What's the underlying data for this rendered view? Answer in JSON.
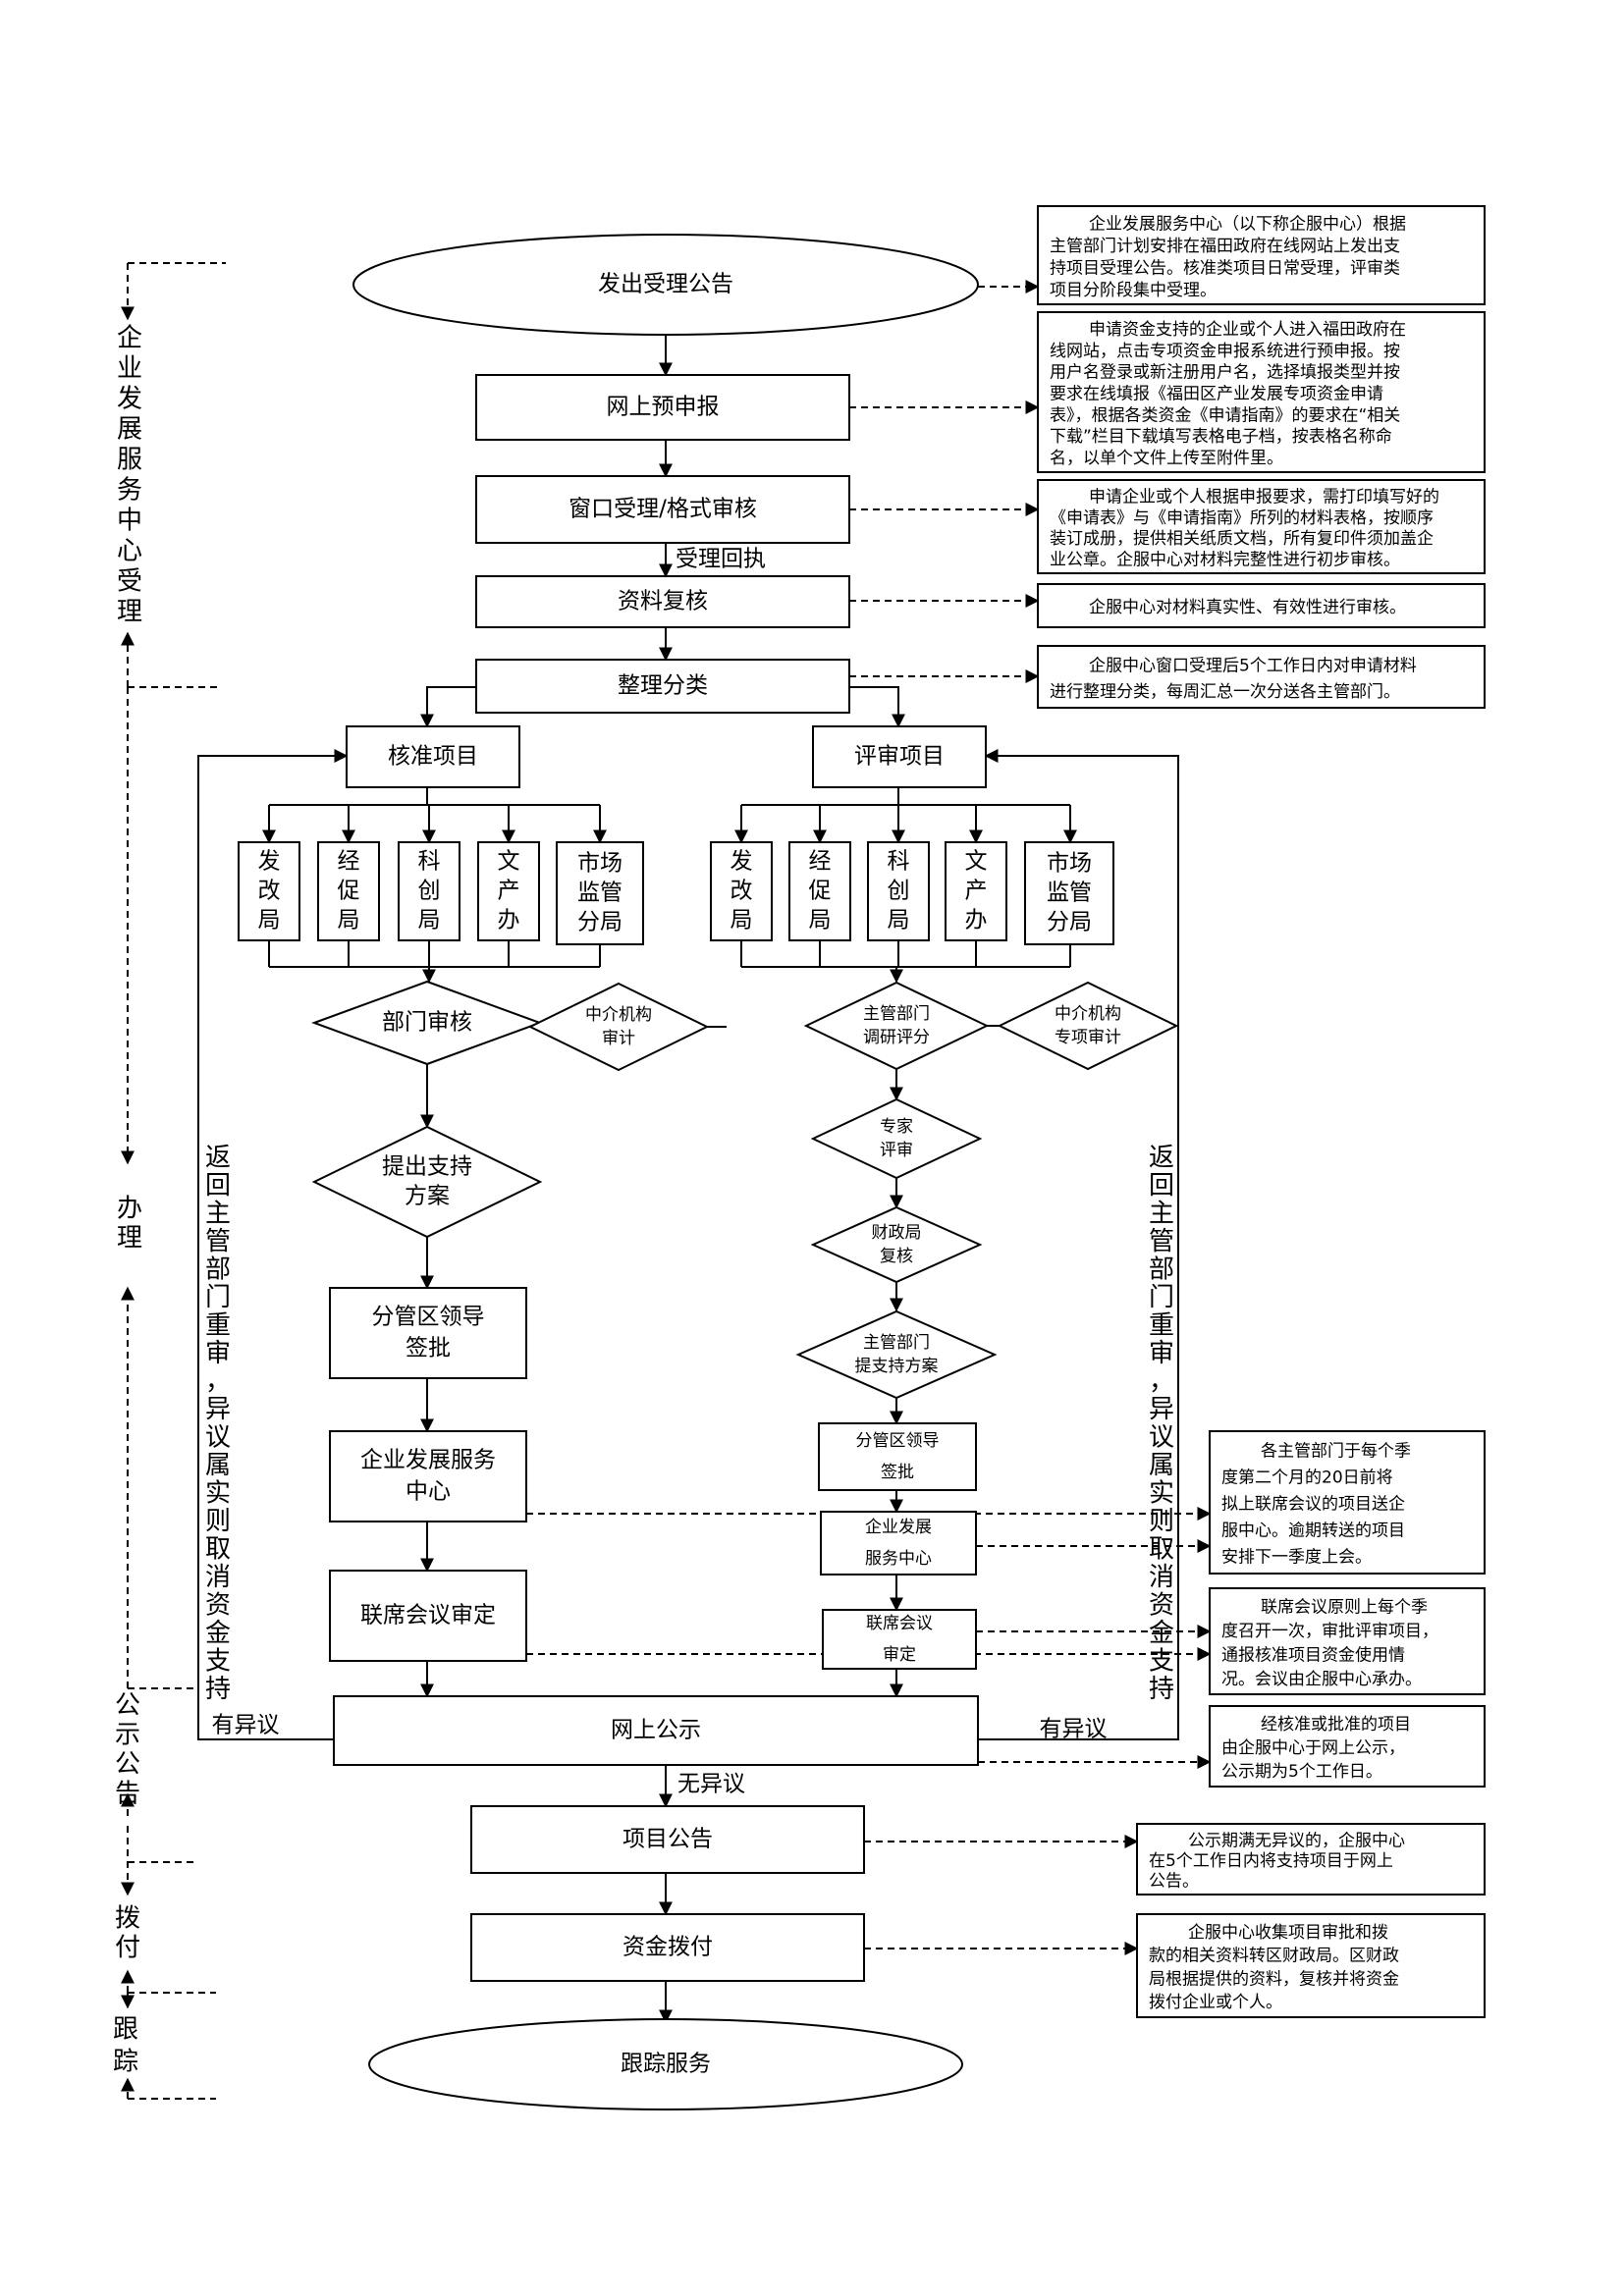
{
  "flow": {
    "start": "发出受理公告",
    "prereport": "网上预申报",
    "window": "窗口受理/格式审核",
    "receipt": "受理回执",
    "review": "资料复核",
    "classify": "整理分类",
    "approve_proj": "核准项目",
    "evaluate_proj": "评审项目",
    "left_depts": [
      [
        "发",
        "改",
        "局"
      ],
      [
        "经",
        "促",
        "局"
      ],
      [
        "科",
        "创",
        "局"
      ],
      [
        "文",
        "产",
        "办"
      ],
      [
        "市场",
        "监管",
        "分局"
      ]
    ],
    "right_depts": [
      [
        "发",
        "改",
        "局"
      ],
      [
        "经",
        "促",
        "局"
      ],
      [
        "科",
        "创",
        "局"
      ],
      [
        "文",
        "产",
        "办"
      ],
      [
        "市场",
        "监管",
        "分局"
      ]
    ],
    "dept_review": "部门审核",
    "agency_audit": [
      "中介机构",
      "审计"
    ],
    "propose_plan": [
      "提出支持",
      "方案"
    ],
    "leader_sign_l": [
      "分管区领导",
      "签批"
    ],
    "center_l": [
      "企业发展服务",
      "中心"
    ],
    "joint_meeting_l": "联席会议审定",
    "main_dept_eval": [
      "主管部门",
      "调研评分"
    ],
    "agency_special": [
      "中介机构",
      "专项审计"
    ],
    "expert_review": [
      "专家",
      "评审"
    ],
    "finance_review": [
      "财政局",
      "复核"
    ],
    "main_dept_plan": [
      "主管部门",
      "提支持方案"
    ],
    "leader_sign_r": [
      "分管区领导",
      "签批"
    ],
    "center_r": [
      "企业发展",
      "服务中心"
    ],
    "joint_meeting_r": [
      "联席会议",
      "审定"
    ],
    "publicity": "网上公示",
    "objection_l": "有异议",
    "objection_r": "有异议",
    "no_objection": "无异议",
    "announcement": "项目公告",
    "funding": "资金拨付",
    "tracking": "跟踪服务",
    "return_text": [
      "返",
      "回",
      "主",
      "管",
      "部",
      "门",
      "重",
      "审",
      "，",
      "异",
      "议",
      "属",
      "实",
      "则",
      "取",
      "消",
      "资",
      "金",
      "支",
      "持"
    ]
  },
  "notes": [
    [
      "企业发展服务中心（以下称企服中心）根据",
      "主管部门计划安排在福田政府在线网站上发出支",
      "持项目受理公告。核准类项目日常受理，评审类",
      "项目分阶段集中受理。"
    ],
    [
      "申请资金支持的企业或个人进入福田政府在",
      "线网站，点击专项资金申报系统进行预申报。按",
      "用户名登录或新注册用户名，选择填报类型并按",
      "要求在线填报《福田区产业发展专项资金申请",
      "表》，根据各类资金《申请指南》的要求在“相关",
      "下载”栏目下载填写表格电子档，按表格名称命",
      "名，以单个文件上传至附件里。"
    ],
    [
      "申请企业或个人根据申报要求，需打印填写好的",
      "《申请表》与《申请指南》所列的材料表格，按顺序",
      "装订成册，提供相关纸质文档，所有复印件须加盖企",
      "业公章。企服中心对材料完整性进行初步审核。"
    ],
    [
      "企服中心对材料真实性、有效性进行审核。"
    ],
    [
      "企服中心窗口受理后5个工作日内对申请材料",
      "进行整理分类，每周汇总一次分送各主管部门。"
    ],
    [
      "各主管部门于每个季",
      "度第二个月的20日前将",
      "拟上联席会议的项目送企",
      "服中心。逾期转送的项目",
      "安排下一季度上会。"
    ],
    [
      "联席会议原则上每个季",
      "度召开一次，审批评审项目，",
      "通报核准项目资金使用情",
      "况。会议由企服中心承办。"
    ],
    [
      "经核准或批准的项目",
      "由企服中心于网上公示，",
      "公示期为5个工作日。"
    ],
    [
      "公示期满无异议的，企服中心",
      "在5个工作日内将支持项目于网上",
      "公告。"
    ],
    [
      "企服中心收集项目审批和拨",
      "款的相关资料转区财政局。区财政",
      "局根据提供的资料，复核并将资金",
      "拨付企业或个人。"
    ]
  ],
  "phases": {
    "accept": [
      "企",
      "业",
      "发",
      "展",
      "服",
      "务",
      "中",
      "心",
      "受",
      "理"
    ],
    "handle": [
      "办",
      "理"
    ],
    "publicity": [
      "公",
      "示",
      "公",
      "告"
    ],
    "funding": [
      "拨",
      "付"
    ],
    "tracking": [
      "跟",
      "踪"
    ]
  }
}
